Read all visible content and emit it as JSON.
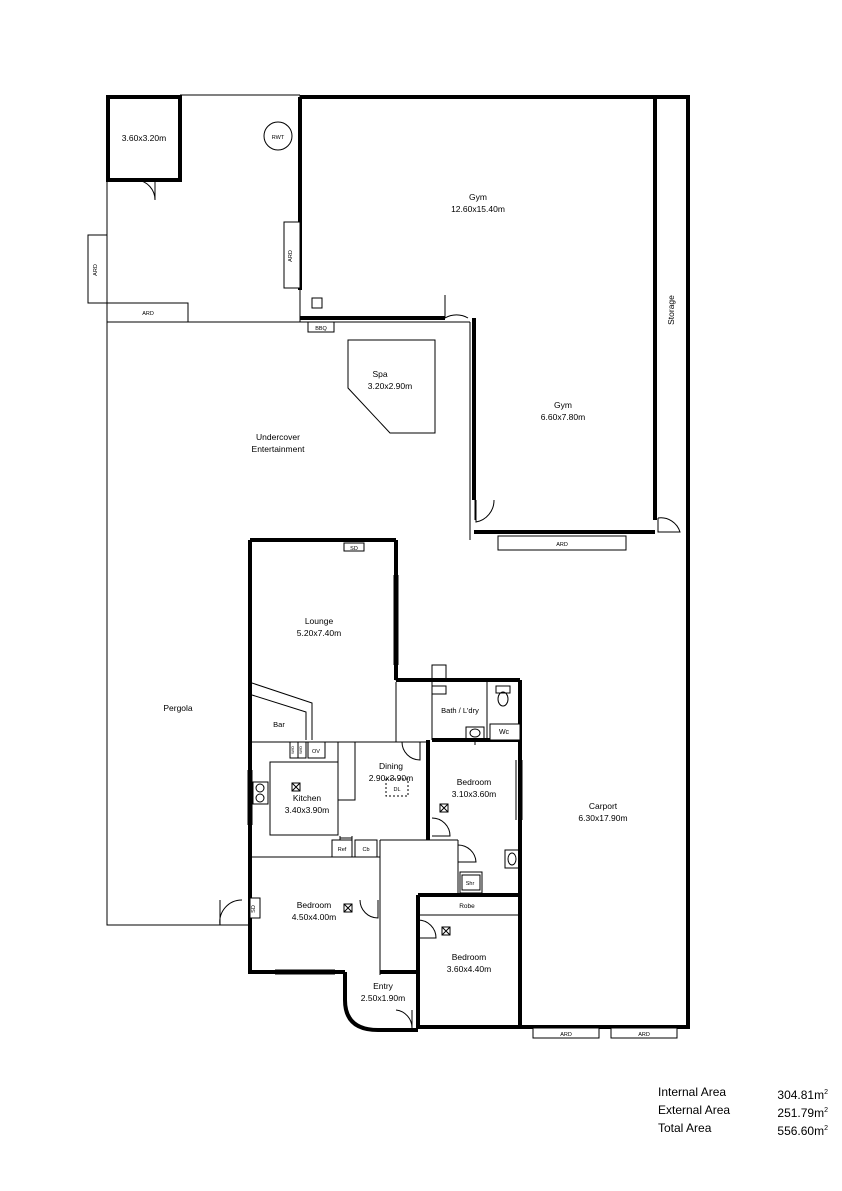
{
  "rooms": {
    "store": {
      "dims": "3.60x3.20m"
    },
    "rwt": "RWT",
    "gym_upper": {
      "name": "Gym",
      "dims": "12.60x15.40m"
    },
    "gym_lower": {
      "name": "Gym",
      "dims": "6.60x7.80m"
    },
    "storage": "Storage",
    "spa": {
      "name": "Spa",
      "dims": "3.20x2.90m"
    },
    "undercover": {
      "line1": "Undercover",
      "line2": "Entertainment"
    },
    "pergola": "Pergola",
    "lounge": {
      "name": "Lounge",
      "dims": "5.20x7.40m"
    },
    "bar": "Bar",
    "dining": {
      "name": "Dining",
      "dims": "2.90x3.90m"
    },
    "kitchen": {
      "name": "Kitchen",
      "dims": "3.40x3.90m"
    },
    "bath": "Bath / L'dry",
    "wc": "Wc",
    "bedroom1": {
      "name": "Bedroom",
      "dims": "3.10x3.60m"
    },
    "carport": {
      "name": "Carport",
      "dims": "6.30x17.90m"
    },
    "bedroom2": {
      "name": "Bedroom",
      "dims": "4.50x4.00m"
    },
    "bedroom3": {
      "name": "Bedroom",
      "dims": "3.60x4.40m"
    },
    "entry": {
      "name": "Entry",
      "dims": "2.50x1.90m"
    },
    "robe": "Robe",
    "shower": "Shr"
  },
  "fixtures": {
    "ard": "ARD",
    "bbq": "BBQ",
    "sd": "SD",
    "ov": "OV",
    "ref": "Ref",
    "cb": "Cb",
    "dl": "DL",
    "wo": "W/O"
  },
  "areas": [
    {
      "label": "Internal Area",
      "value": "304.81m",
      "sup": "2"
    },
    {
      "label": "External Area",
      "value": "251.79m",
      "sup": "2"
    },
    {
      "label": "Total Area",
      "value": "556.60m",
      "sup": "2"
    }
  ]
}
